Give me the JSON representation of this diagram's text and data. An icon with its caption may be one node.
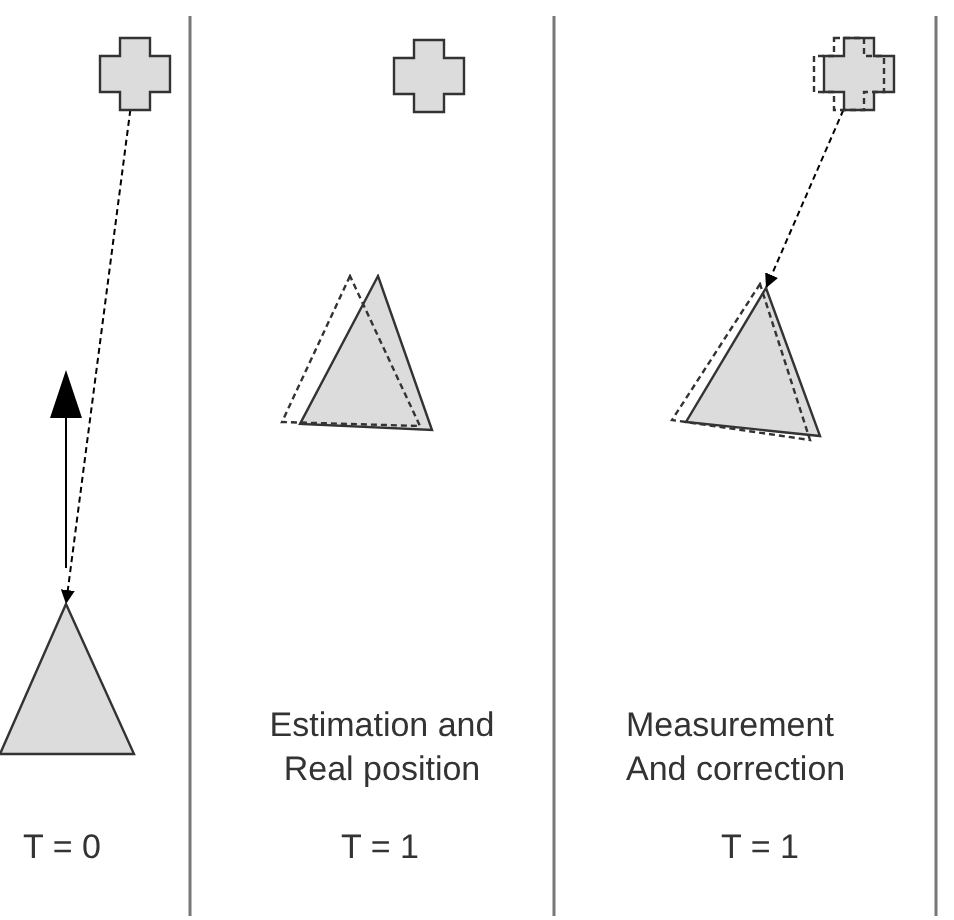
{
  "diagram": {
    "nodes": [
      {
        "text": [],
        "shape": "cross"
      },
      {
        "text": [],
        "shape": "triangle"
      },
      {
        "text": [],
        "shape": "cross"
      },
      {
        "text": [],
        "shape": "triangle"
      },
      {
        "text": [],
        "shape": "triangle"
      },
      {
        "text": [],
        "shape": "cross"
      },
      {
        "text": [],
        "shape": "cross"
      },
      {
        "text": [],
        "shape": "triangle"
      },
      {
        "text": [],
        "shape": "triangle"
      }
    ],
    "edges": [
      {
        "from": 0,
        "to": 1,
        "arrow": "to",
        "style": "dashed"
      },
      {
        "from": 6,
        "to": 8,
        "arrow": "to",
        "style": "dashed"
      }
    ],
    "labels": [
      "Estimation and Real position",
      "Measurement And correction",
      "T = 0",
      "T = 1",
      "T = 1"
    ]
  }
}
